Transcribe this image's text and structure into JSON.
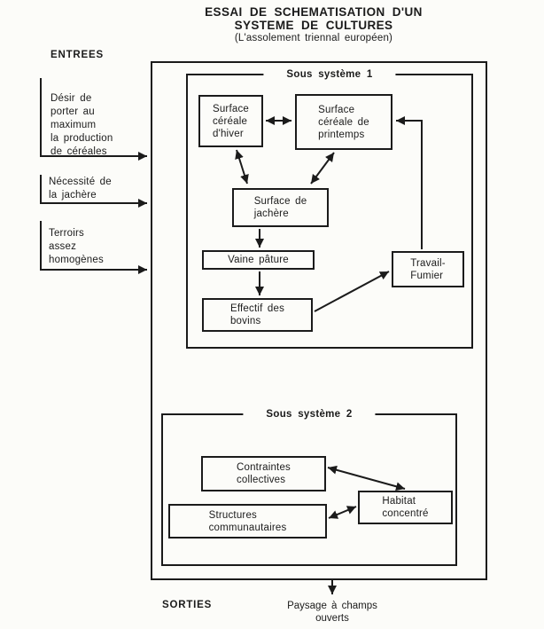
{
  "palette": {
    "background": "#fcfcf9",
    "ink": "#1b1b1b"
  },
  "title": {
    "line1": "ESSAI DE SCHEMATISATION D'UN",
    "line2": "SYSTEME DE CULTURES",
    "subtitle": "(L'assolement triennal européen)"
  },
  "inputs": {
    "heading": "ENTREES",
    "items": [
      {
        "text": "Désir de\nporter au\nmaximum\nla production\nde céréales"
      },
      {
        "text": "Nécessité de\nla jachère"
      },
      {
        "text": "Terroirs\nassez\nhomogènes"
      }
    ]
  },
  "subsystem1": {
    "label": "Sous système 1",
    "boxes": {
      "hiver": "Surface\ncéréale\nd'hiver",
      "printemps": "Surface\ncéréale de\nprintemps",
      "jachere": "Surface de\njachère",
      "vaine": "Vaine pâture",
      "bovins": "Effectif des\nbovins",
      "travail": "Travail-\nFumier"
    }
  },
  "subsystem2": {
    "label": "Sous système 2",
    "boxes": {
      "contraintes": "Contraintes\ncollectives",
      "structures": "Structures\ncommunautaires",
      "habitat": "Habitat\nconcentré"
    }
  },
  "outputs": {
    "heading": "SORTIES",
    "result": "Paysage à champs\nouverts"
  }
}
